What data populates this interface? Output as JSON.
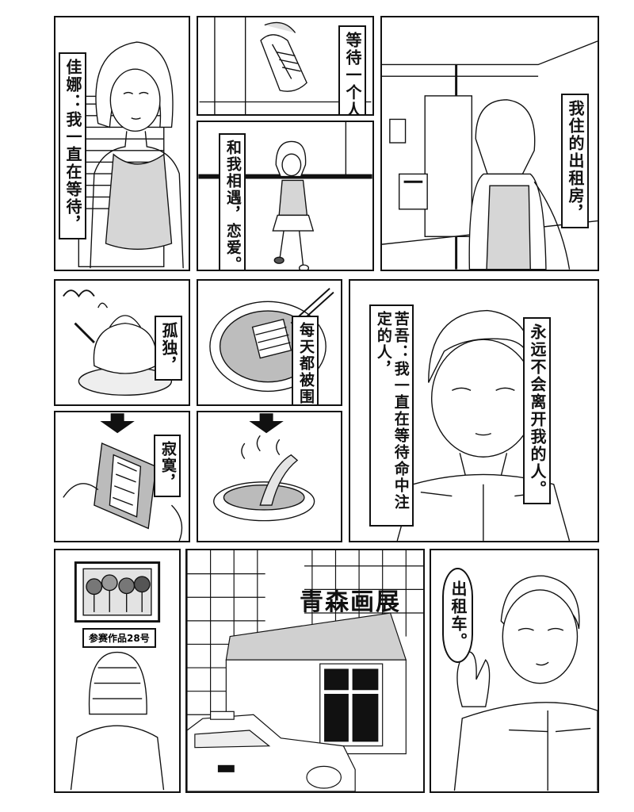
{
  "panels": {
    "p1": {
      "caption": "佳娜：我一直在等待，"
    },
    "p2": {
      "caption": "等待一个人"
    },
    "p3": {
      "caption": "和我相遇，恋爱。"
    },
    "p4": {
      "caption": "我住的出租房，"
    },
    "p5": {
      "caption": "孤独，"
    },
    "p6": {
      "caption": "每天都被围绕。"
    },
    "p7": {
      "caption": "寂寞，"
    },
    "p9": {
      "caption_left": "苦吾：我一直在等待命中注定的人，",
      "caption_right": "永远不会离开我的人。"
    },
    "p10": {
      "placard": "参赛作品28号"
    },
    "p11": {
      "sign": "青森画展"
    },
    "p12": {
      "bubble": "出租车。"
    }
  }
}
